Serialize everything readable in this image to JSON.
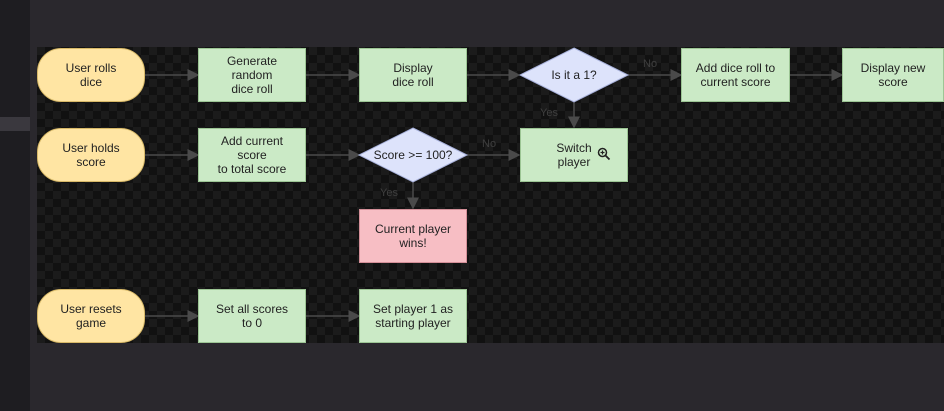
{
  "nodes": {
    "user_rolls": "User rolls\ndice",
    "generate": "Generate random\ndice roll",
    "display_roll": "Display\ndice roll",
    "is_one": "Is it a 1?",
    "add_roll": "Add dice roll to\ncurrent score",
    "display_new": "Display new\nscore",
    "user_holds": "User holds\nscore",
    "add_total": "Add current score\nto total score",
    "score_check": "Score >= 100?",
    "switch_player": "Switch\nplayer",
    "current_wins": "Current player\nwins!",
    "user_resets": "User resets\ngame",
    "set_scores": "Set all scores\nto 0",
    "set_player": "Set player 1 as\nstarting player"
  },
  "labels": {
    "no": "No",
    "yes": "Yes"
  },
  "colors": {
    "start": "#ffe5a3",
    "process": "#cbeac6",
    "decision": "#dde3fb",
    "terminal": "#f7bec4"
  },
  "icons": {
    "zoom": "zoom-in-icon"
  }
}
